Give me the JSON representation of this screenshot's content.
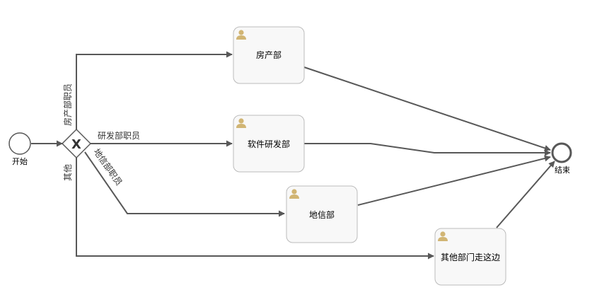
{
  "diagram": {
    "start_event": {
      "label": "开始"
    },
    "end_event": {
      "label": "结束"
    },
    "gateway": {
      "type": "exclusive",
      "symbol": "X"
    },
    "tasks": [
      {
        "id": "task-real-estate",
        "label": "房产部"
      },
      {
        "id": "task-software",
        "label": "软件研发部"
      },
      {
        "id": "task-geo-info",
        "label": "地信部"
      },
      {
        "id": "task-other",
        "label": "其他部门走这边"
      }
    ],
    "flow_labels": {
      "real_estate": "房产部职员",
      "software": "研发部职员",
      "geo_info": "地信部职员",
      "other": "其他"
    },
    "colors": {
      "flow": "#585858",
      "task_fill": "#f8f8f8",
      "task_border": "#bbbbbb",
      "user_icon": "#d1b574"
    },
    "icons": {
      "task_icon": "user-icon"
    }
  }
}
